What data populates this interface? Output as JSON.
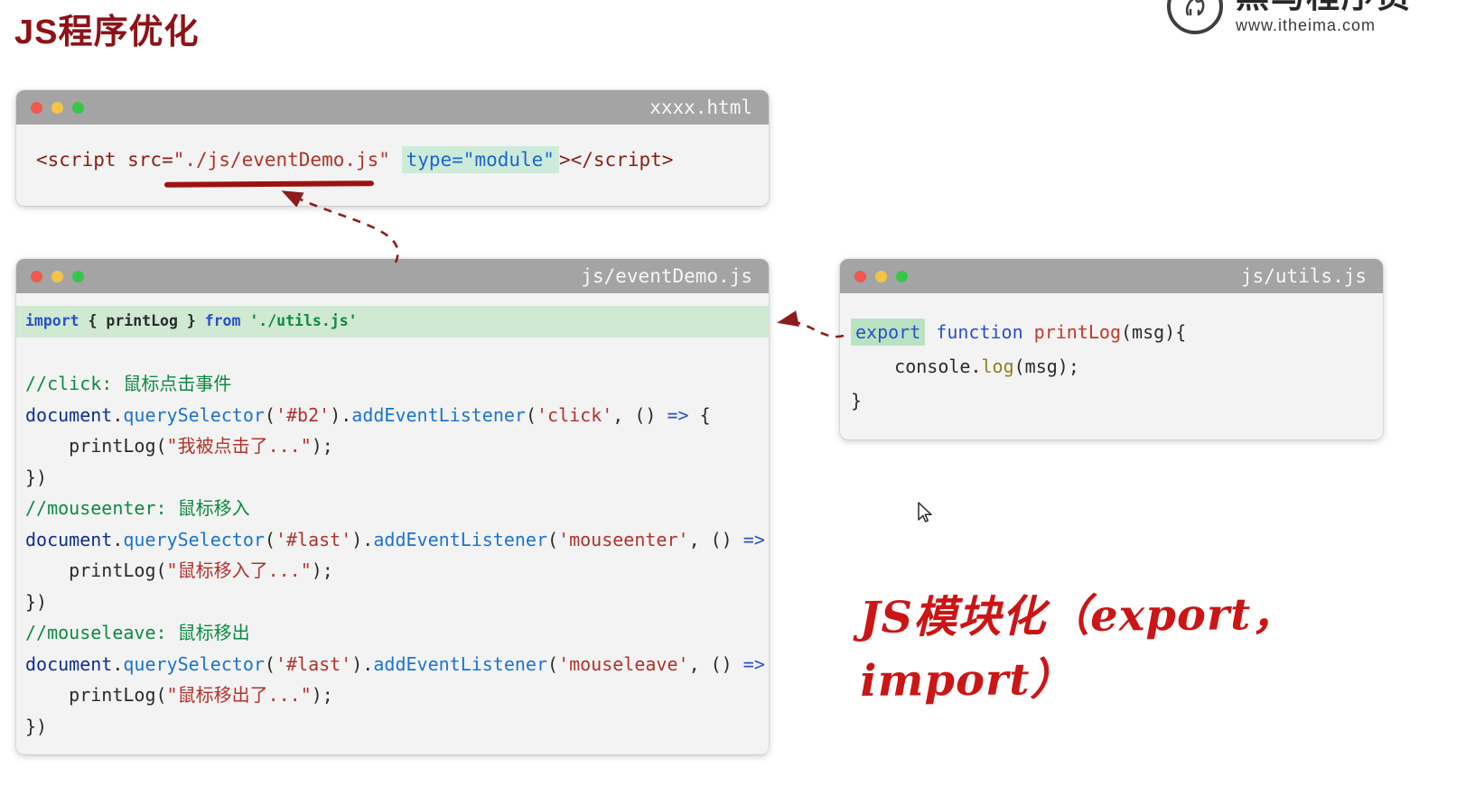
{
  "page_title": "JS程序优化",
  "logo": {
    "brand": "黑马程序员",
    "site": "www.itheima.com"
  },
  "annotation": "JS模块化（export，import）",
  "windows": {
    "html": {
      "title": "xxxx.html",
      "lines": [
        {
          "toks": [
            {
              "t": "<script src=",
              "c": "tag"
            },
            {
              "t": "\"./js/eventDemo.js\"",
              "c": "str"
            },
            {
              "t": " ",
              "c": "plain"
            },
            {
              "t": "type=\"module\"",
              "c": "module"
            },
            {
              "t": "></script>",
              "c": "tag"
            }
          ]
        }
      ]
    },
    "event": {
      "title": "js/eventDemo.js",
      "lines": [
        {
          "hl": true,
          "small": true,
          "toks": [
            {
              "t": "import",
              "c": "kw"
            },
            {
              "t": " { printLog } ",
              "c": "plain"
            },
            {
              "t": "from",
              "c": "kw"
            },
            {
              "t": " ",
              "c": "plain"
            },
            {
              "t": "'./utils.js'",
              "c": "grstr"
            }
          ]
        },
        {
          "toks": []
        },
        {
          "toks": [
            {
              "t": "//click: 鼠标点击事件",
              "c": "com"
            }
          ]
        },
        {
          "toks": [
            {
              "t": "document",
              "c": "ident"
            },
            {
              "t": ".",
              "c": "plain"
            },
            {
              "t": "querySelector",
              "c": "meth"
            },
            {
              "t": "(",
              "c": "plain"
            },
            {
              "t": "'#b2'",
              "c": "str"
            },
            {
              "t": ").",
              "c": "plain"
            },
            {
              "t": "addEventListener",
              "c": "meth"
            },
            {
              "t": "(",
              "c": "plain"
            },
            {
              "t": "'click'",
              "c": "str"
            },
            {
              "t": ", () ",
              "c": "plain"
            },
            {
              "t": "=>",
              "c": "arrow"
            },
            {
              "t": " {",
              "c": "plain"
            }
          ]
        },
        {
          "toks": [
            {
              "t": "    printLog(",
              "c": "plain"
            },
            {
              "t": "\"我被点击了...\"",
              "c": "str"
            },
            {
              "t": ");",
              "c": "plain"
            }
          ]
        },
        {
          "toks": [
            {
              "t": "})",
              "c": "plain"
            }
          ]
        },
        {
          "toks": [
            {
              "t": "//mouseenter: 鼠标移入",
              "c": "com"
            }
          ]
        },
        {
          "toks": [
            {
              "t": "document",
              "c": "ident"
            },
            {
              "t": ".",
              "c": "plain"
            },
            {
              "t": "querySelector",
              "c": "meth"
            },
            {
              "t": "(",
              "c": "plain"
            },
            {
              "t": "'#last'",
              "c": "str"
            },
            {
              "t": ").",
              "c": "plain"
            },
            {
              "t": "addEventListener",
              "c": "meth"
            },
            {
              "t": "(",
              "c": "plain"
            },
            {
              "t": "'mouseenter'",
              "c": "str"
            },
            {
              "t": ", () ",
              "c": "plain"
            },
            {
              "t": "=>",
              "c": "arrow"
            },
            {
              "t": " {",
              "c": "plain"
            }
          ]
        },
        {
          "toks": [
            {
              "t": "    printLog(",
              "c": "plain"
            },
            {
              "t": "\"鼠标移入了...\"",
              "c": "str"
            },
            {
              "t": ");",
              "c": "plain"
            }
          ]
        },
        {
          "toks": [
            {
              "t": "})",
              "c": "plain"
            }
          ]
        },
        {
          "toks": [
            {
              "t": "//mouseleave: 鼠标移出",
              "c": "com"
            }
          ]
        },
        {
          "toks": [
            {
              "t": "document",
              "c": "ident"
            },
            {
              "t": ".",
              "c": "plain"
            },
            {
              "t": "querySelector",
              "c": "meth"
            },
            {
              "t": "(",
              "c": "plain"
            },
            {
              "t": "'#last'",
              "c": "str"
            },
            {
              "t": ").",
              "c": "plain"
            },
            {
              "t": "addEventListener",
              "c": "meth"
            },
            {
              "t": "(",
              "c": "plain"
            },
            {
              "t": "'mouseleave'",
              "c": "str"
            },
            {
              "t": ", () ",
              "c": "plain"
            },
            {
              "t": "=>",
              "c": "arrow"
            },
            {
              "t": " {",
              "c": "plain"
            }
          ]
        },
        {
          "toks": [
            {
              "t": "    printLog(",
              "c": "plain"
            },
            {
              "t": "\"鼠标移出了...\"",
              "c": "str"
            },
            {
              "t": ");",
              "c": "plain"
            }
          ]
        },
        {
          "toks": [
            {
              "t": "})",
              "c": "plain"
            }
          ]
        }
      ]
    },
    "utils": {
      "title": "js/utils.js",
      "lines": [
        {
          "toks": [
            {
              "t": "export",
              "c": "kw hlgreen"
            },
            {
              "t": " ",
              "c": "plain"
            },
            {
              "t": "function",
              "c": "kw"
            },
            {
              "t": " ",
              "c": "plain"
            },
            {
              "t": "printLog",
              "c": "func"
            },
            {
              "t": "(msg){",
              "c": "plain"
            }
          ]
        },
        {
          "toks": [
            {
              "t": "    console.",
              "c": "plain"
            },
            {
              "t": "log",
              "c": "olive"
            },
            {
              "t": "(msg);",
              "c": "plain"
            }
          ]
        },
        {
          "toks": [
            {
              "t": "}",
              "c": "plain"
            }
          ]
        }
      ]
    }
  }
}
